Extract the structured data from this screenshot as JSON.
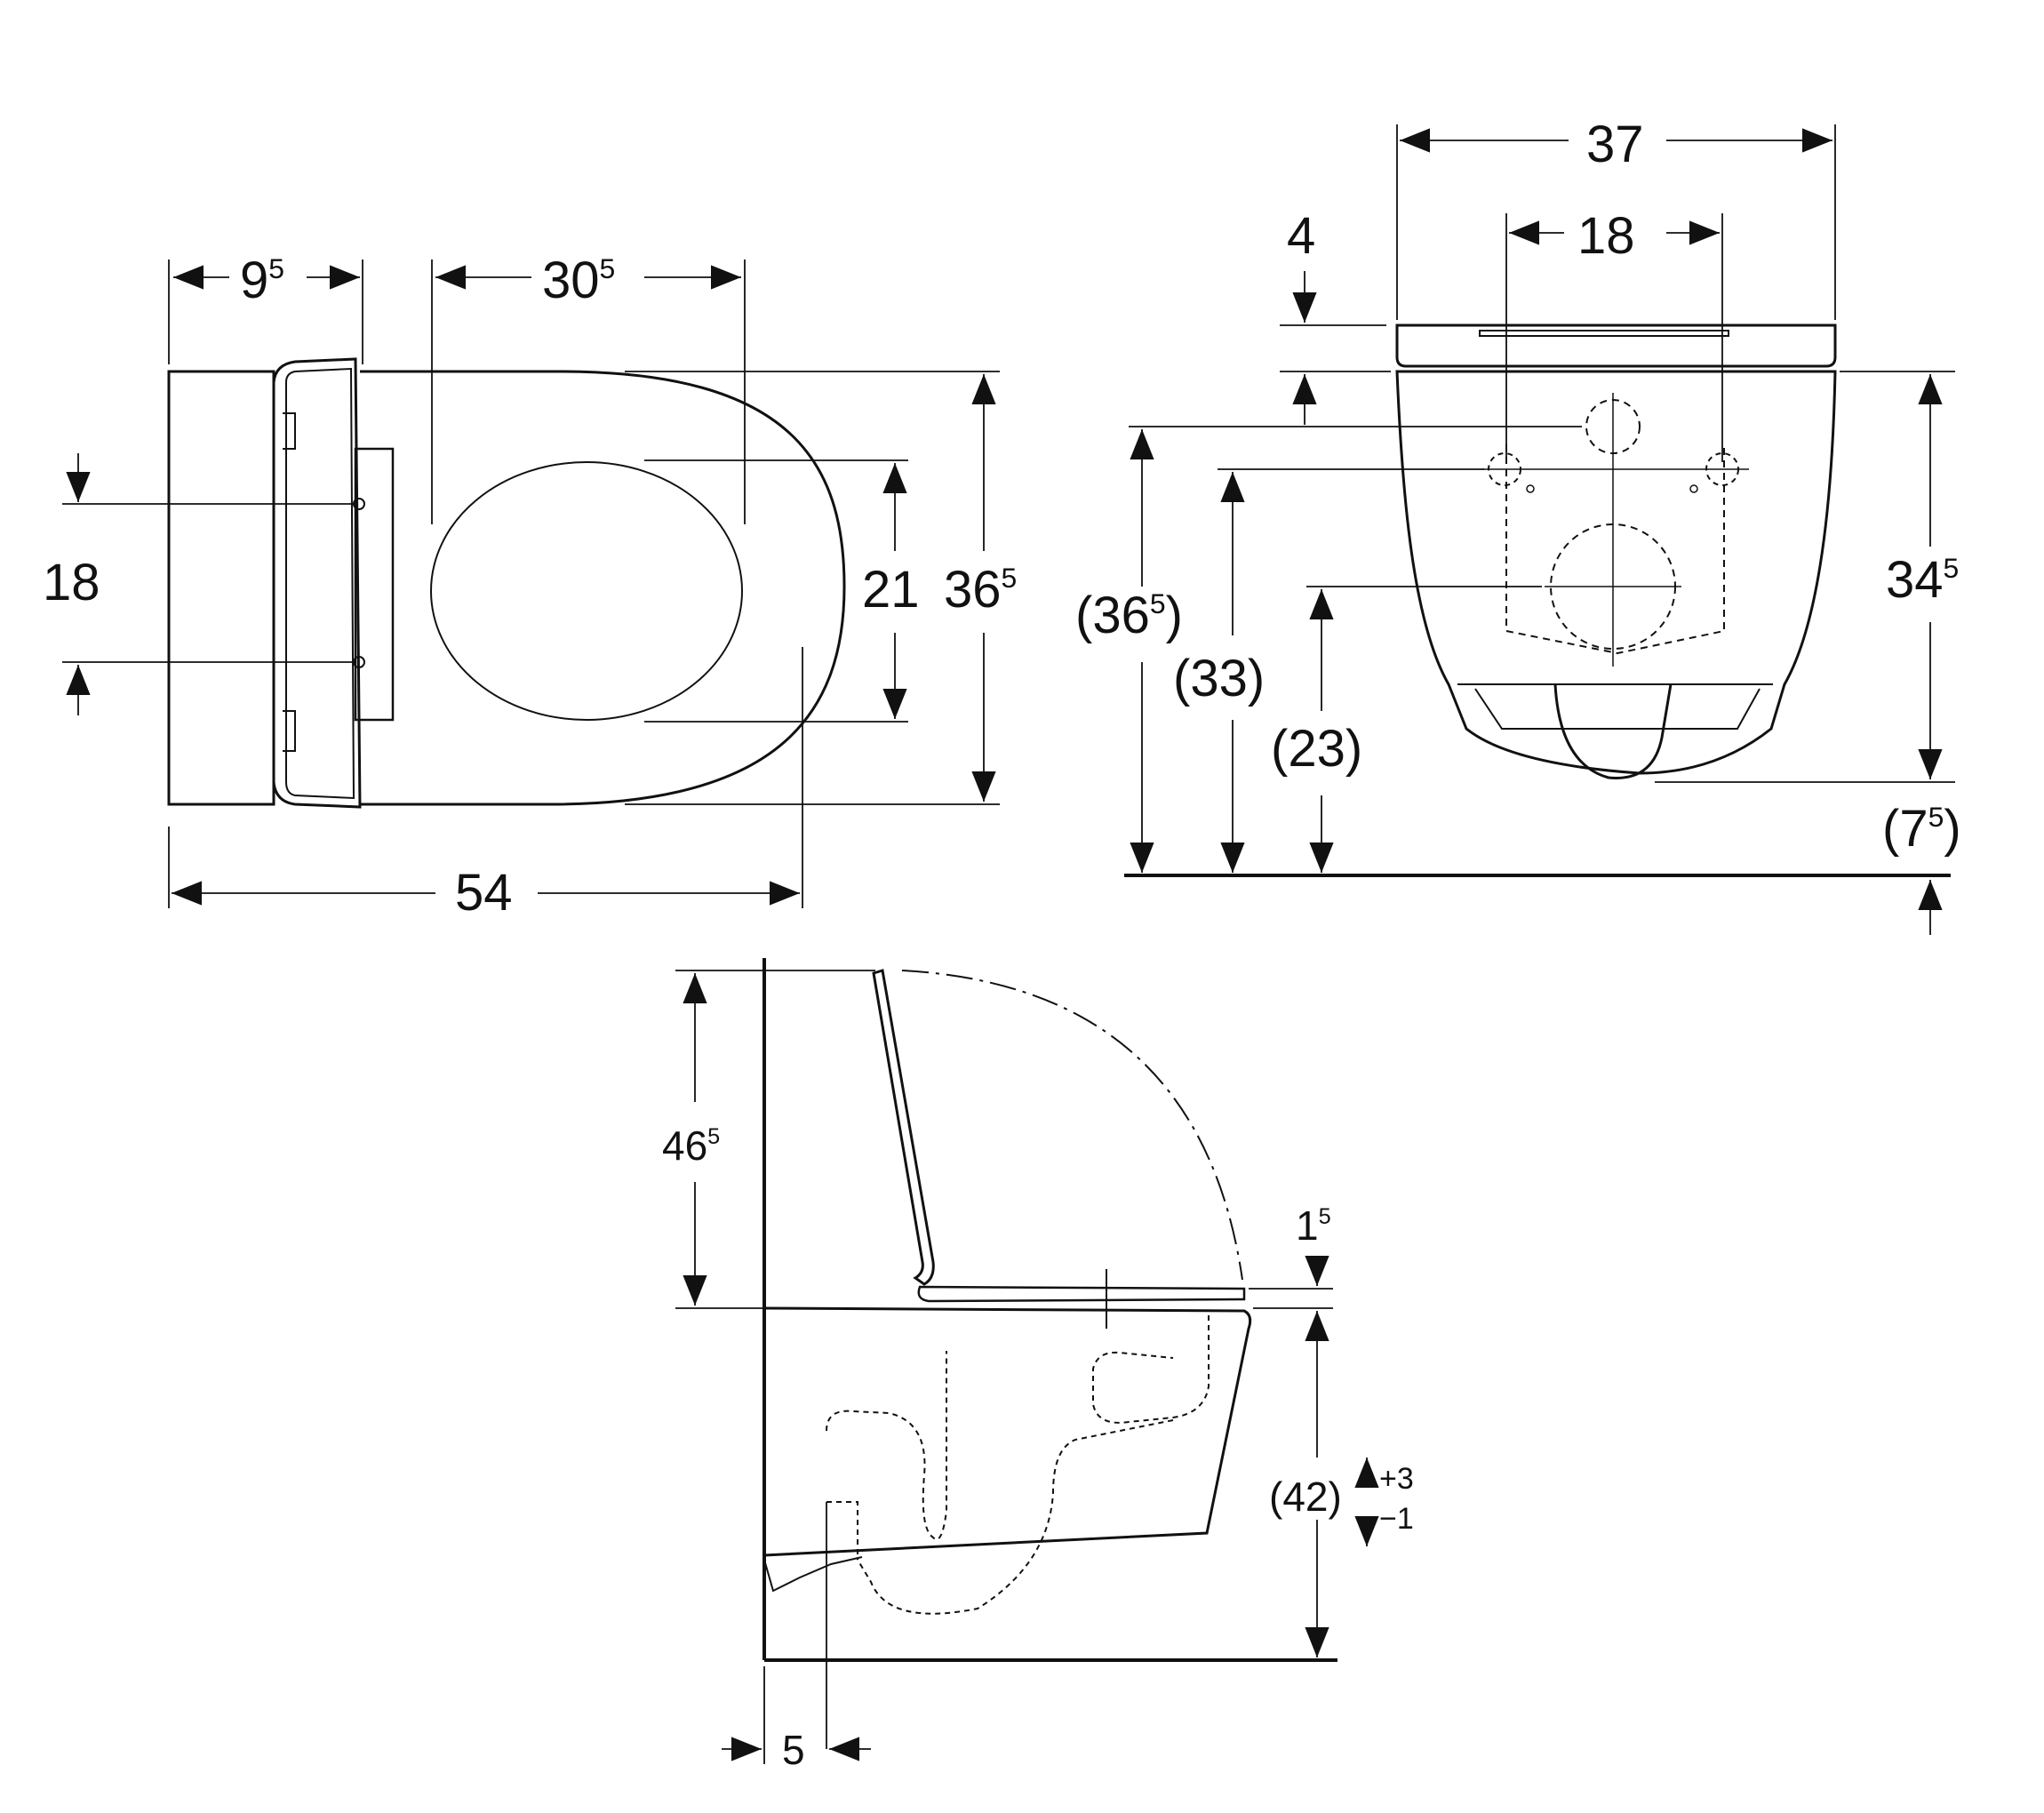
{
  "colors": {
    "ink": "#111111",
    "background": "#ffffff"
  },
  "top_view": {
    "dims": {
      "d_9_5": {
        "main": "9",
        "sup": "5"
      },
      "d_30_5": {
        "main": "30",
        "sup": "5"
      },
      "d_18": {
        "main": "18",
        "sup": ""
      },
      "d_21": {
        "main": "21",
        "sup": ""
      },
      "d_36_5": {
        "main": "36",
        "sup": "5"
      },
      "d_54": {
        "main": "54",
        "sup": ""
      }
    }
  },
  "front_view": {
    "dims": {
      "d_37": {
        "main": "37",
        "sup": ""
      },
      "d_4": {
        "main": "4",
        "sup": ""
      },
      "d_18": {
        "main": "18",
        "sup": ""
      },
      "d_34_5": {
        "main": "34",
        "sup": "5"
      },
      "d_36_5": {
        "main": "(36",
        "sup": "5",
        "tail": ")"
      },
      "d_33": {
        "main": "(33)",
        "sup": ""
      },
      "d_23": {
        "main": "(23)",
        "sup": ""
      },
      "d_7_5": {
        "main": "(7",
        "sup": "5",
        "tail": ")"
      }
    }
  },
  "side_view": {
    "dims": {
      "d_46_5": {
        "main": "46",
        "sup": "5"
      },
      "d_1_5": {
        "main": "1",
        "sup": "5"
      },
      "d_42": {
        "main": "(42)",
        "sup": ""
      },
      "tol_plus": "+3",
      "tol_minus": "−1",
      "d_5": {
        "main": "5",
        "sup": ""
      }
    }
  }
}
